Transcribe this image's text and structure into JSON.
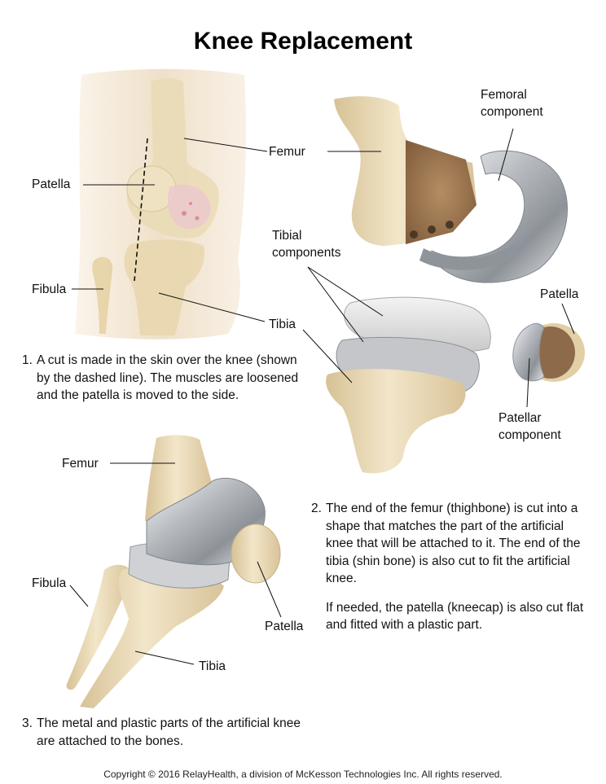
{
  "title": "Knee Replacement",
  "labels": {
    "fig1_patella": "Patella",
    "fig1_fibula": "Fibula",
    "fig1_femur": "Femur",
    "fig1_tibia": "Tibia",
    "fig2_femoral_line1": "Femoral",
    "fig2_femoral_line2": "component",
    "fig2_tibial_line1": "Tibial",
    "fig2_tibial_line2": "components",
    "fig2_patella": "Patella",
    "fig2_patellar_line1": "Patellar",
    "fig2_patellar_line2": "component",
    "fig3_femur": "Femur",
    "fig3_fibula": "Fibula",
    "fig3_patella": "Patella",
    "fig3_tibia": "Tibia"
  },
  "steps": {
    "step1_num": "1.",
    "step1_text": "A cut is made in the skin over the knee (shown by the dashed line). The muscles are loosened and the patella is moved to the side.",
    "step2_num": "2.",
    "step2_text_a": "The end of the femur (thighbone) is cut into a shape that matches the part of the artificial knee that will be attached to it. The end of the tibia (shin bone) is also cut to fit the artificial knee.",
    "step2_text_b": "If needed, the patella (kneecap) is also cut flat and fitted with a plastic part.",
    "step3_num": "3.",
    "step3_text": "The metal and plastic parts of the artificial knee are attached to the bones."
  },
  "copyright": "Copyright © 2016 RelayHealth, a division of McKesson Technologies Inc. All rights reserved.",
  "colors": {
    "bone": "#ecdcb8",
    "bone_shadow": "#d2bb8c",
    "skin": "#f3e6d3",
    "cut_surface": "#9c7550",
    "metal": "#bfc3c8",
    "plastic": "#e6e6e6",
    "pink_tissue": "#e7c2c8"
  }
}
